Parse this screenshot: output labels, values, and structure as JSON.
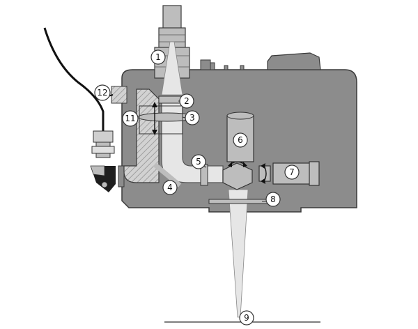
{
  "diagram": {
    "callouts": [
      {
        "id": "c1",
        "label": "1"
      },
      {
        "id": "c2",
        "label": "2"
      },
      {
        "id": "c3",
        "label": "3"
      },
      {
        "id": "c4",
        "label": "4"
      },
      {
        "id": "c5",
        "label": "5"
      },
      {
        "id": "c6",
        "label": "6"
      },
      {
        "id": "c7",
        "label": "7"
      },
      {
        "id": "c8",
        "label": "8"
      },
      {
        "id": "c9",
        "label": "9"
      },
      {
        "id": "c11",
        "label": "11"
      },
      {
        "id": "c12",
        "label": "12"
      }
    ],
    "colors": {
      "housing": "#8c8c8c",
      "housing_edge": "#3a3a3a",
      "beam": "#e6e6e6",
      "fiber": "#d9d9d9",
      "dark": "#1e1e1e",
      "cable": "#111111"
    }
  }
}
